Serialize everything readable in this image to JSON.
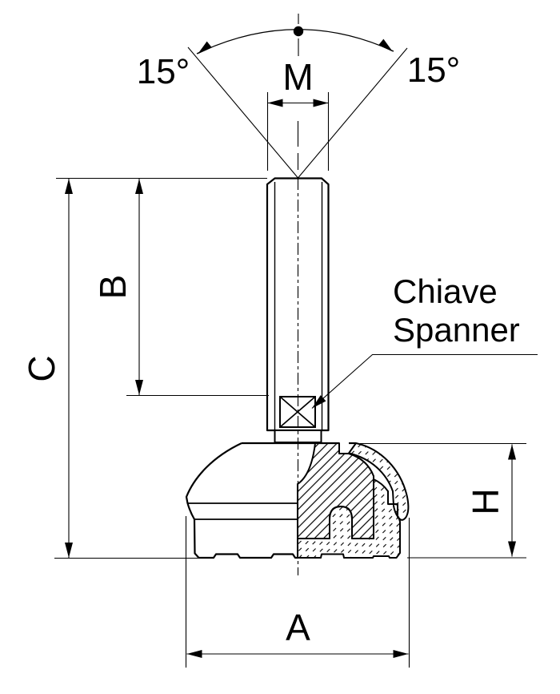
{
  "drawing": {
    "type": "leveling-foot technical drawing, half view / half section",
    "colors": {
      "line": "#000000",
      "background": "#ffffff"
    },
    "angles": {
      "left": "15°",
      "right": "15°"
    },
    "dimensions": {
      "thread_diameter": "M",
      "thread_length": "B",
      "total_height": "C",
      "base_height": "H",
      "base_diameter": "A"
    },
    "callout": {
      "line1": "Chiave",
      "line2": "Spanner"
    }
  }
}
